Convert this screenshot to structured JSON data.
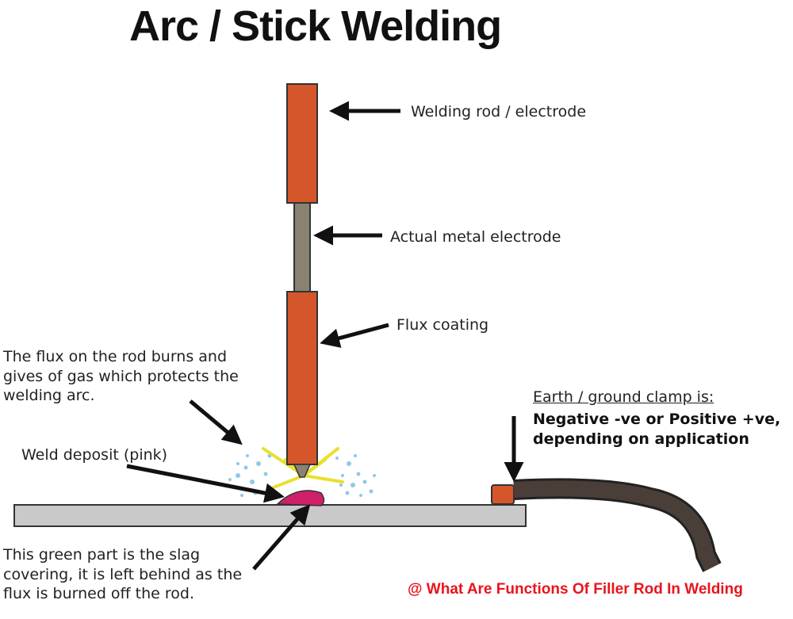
{
  "title": "Arc / Stick Welding",
  "labels": {
    "rod": "Welding rod / electrode",
    "core": "Actual metal electrode",
    "flux": "Flux coating",
    "deposit": "Weld deposit (pink)"
  },
  "flux_note": [
    "The flux on the rod burns and",
    "gives of gas which protects the",
    "welding arc."
  ],
  "slag_note": [
    "This green part is the slag",
    "covering, it is left behind as the",
    "flux is burned off the rod."
  ],
  "clamp": {
    "heading": "Earth / ground clamp is:",
    "lines": [
      "Negative  -ve or Positive +ve,",
      "depending on application"
    ]
  },
  "caption": "@ What Are Functions Of Filler Rod In Welding",
  "colors": {
    "electrode": "#d4562a",
    "core": "#8a8270",
    "plate": "#c9c9c9",
    "deposit": "#d0206a",
    "spark": "#e8e030",
    "gas": "#8fc8e8",
    "cable": "#4a3f38",
    "caption": "#e8141c"
  }
}
